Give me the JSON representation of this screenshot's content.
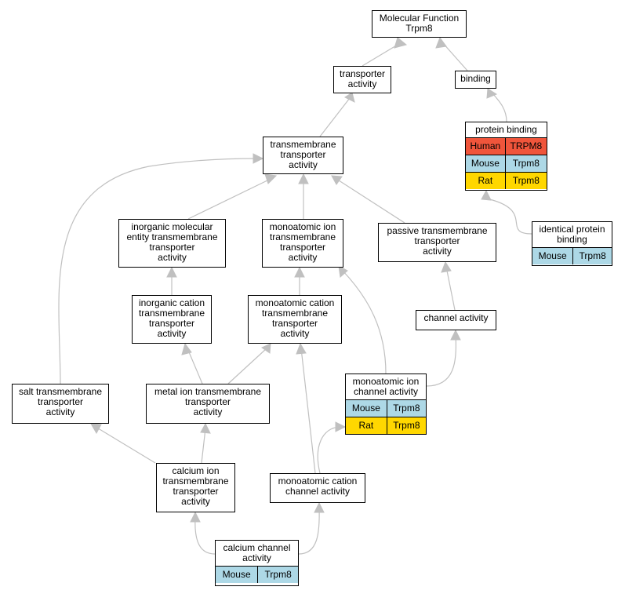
{
  "colors": {
    "edge": "#c0c0c0",
    "Human": "#f0553b",
    "Mouse": "#add8e6",
    "Rat": "#ffd700"
  },
  "nodes": {
    "molecular_function": {
      "label": "Molecular Function\nTrpm8"
    },
    "transporter_activity": {
      "label": "transporter\nactivity"
    },
    "binding": {
      "label": "binding"
    },
    "protein_binding": {
      "label": "protein binding",
      "species": [
        {
          "species": "Human",
          "gene": "TRPM8"
        },
        {
          "species": "Mouse",
          "gene": "Trpm8"
        },
        {
          "species": "Rat",
          "gene": "Trpm8"
        }
      ]
    },
    "transmembrane_transporter_activity": {
      "label": "transmembrane\ntransporter\nactivity"
    },
    "identical_protein_binding": {
      "label": "identical protein\nbinding",
      "species": [
        {
          "species": "Mouse",
          "gene": "Trpm8"
        }
      ]
    },
    "inorganic_molecular_entity_tt": {
      "label": "inorganic molecular\nentity transmembrane\ntransporter\nactivity"
    },
    "monoatomic_ion_tt": {
      "label": "monoatomic ion\ntransmembrane\ntransporter\nactivity"
    },
    "passive_tt": {
      "label": "passive transmembrane\ntransporter\nactivity"
    },
    "inorganic_cation_tt": {
      "label": "inorganic cation\ntransmembrane\ntransporter\nactivity"
    },
    "monoatomic_cation_tt": {
      "label": "monoatomic cation\ntransmembrane\ntransporter\nactivity"
    },
    "channel_activity": {
      "label": "channel activity"
    },
    "salt_tt": {
      "label": "salt transmembrane\ntransporter\nactivity"
    },
    "metal_ion_tt": {
      "label": "metal ion transmembrane\ntransporter\nactivity"
    },
    "monoatomic_ion_channel": {
      "label": "monoatomic ion\nchannel activity",
      "species": [
        {
          "species": "Mouse",
          "gene": "Trpm8"
        },
        {
          "species": "Rat",
          "gene": "Trpm8"
        }
      ]
    },
    "calcium_ion_tt": {
      "label": "calcium ion\ntransmembrane\ntransporter\nactivity"
    },
    "monoatomic_cation_channel": {
      "label": "monoatomic cation\nchannel activity"
    },
    "calcium_channel": {
      "label": "calcium channel\nactivity",
      "species": [
        {
          "species": "Mouse",
          "gene": "Trpm8"
        }
      ]
    }
  },
  "edges": [
    {
      "from": "transporter_activity",
      "to": "molecular_function"
    },
    {
      "from": "binding",
      "to": "molecular_function"
    },
    {
      "from": "transmembrane_transporter_activity",
      "to": "transporter_activity"
    },
    {
      "from": "protein_binding",
      "to": "binding"
    },
    {
      "from": "identical_protein_binding",
      "to": "protein_binding"
    },
    {
      "from": "inorganic_molecular_entity_tt",
      "to": "transmembrane_transporter_activity"
    },
    {
      "from": "monoatomic_ion_tt",
      "to": "transmembrane_transporter_activity"
    },
    {
      "from": "passive_tt",
      "to": "transmembrane_transporter_activity"
    },
    {
      "from": "salt_tt",
      "to": "transmembrane_transporter_activity"
    },
    {
      "from": "inorganic_cation_tt",
      "to": "inorganic_molecular_entity_tt"
    },
    {
      "from": "monoatomic_cation_tt",
      "to": "monoatomic_ion_tt"
    },
    {
      "from": "monoatomic_ion_channel",
      "to": "monoatomic_ion_tt"
    },
    {
      "from": "channel_activity",
      "to": "passive_tt"
    },
    {
      "from": "monoatomic_ion_channel",
      "to": "channel_activity"
    },
    {
      "from": "metal_ion_tt",
      "to": "inorganic_cation_tt"
    },
    {
      "from": "metal_ion_tt",
      "to": "monoatomic_cation_tt"
    },
    {
      "from": "monoatomic_cation_channel",
      "to": "monoatomic_cation_tt"
    },
    {
      "from": "monoatomic_cation_channel",
      "to": "monoatomic_ion_channel"
    },
    {
      "from": "calcium_ion_tt",
      "to": "salt_tt"
    },
    {
      "from": "calcium_ion_tt",
      "to": "metal_ion_tt"
    },
    {
      "from": "calcium_channel",
      "to": "calcium_ion_tt"
    },
    {
      "from": "calcium_channel",
      "to": "monoatomic_cation_channel"
    }
  ]
}
